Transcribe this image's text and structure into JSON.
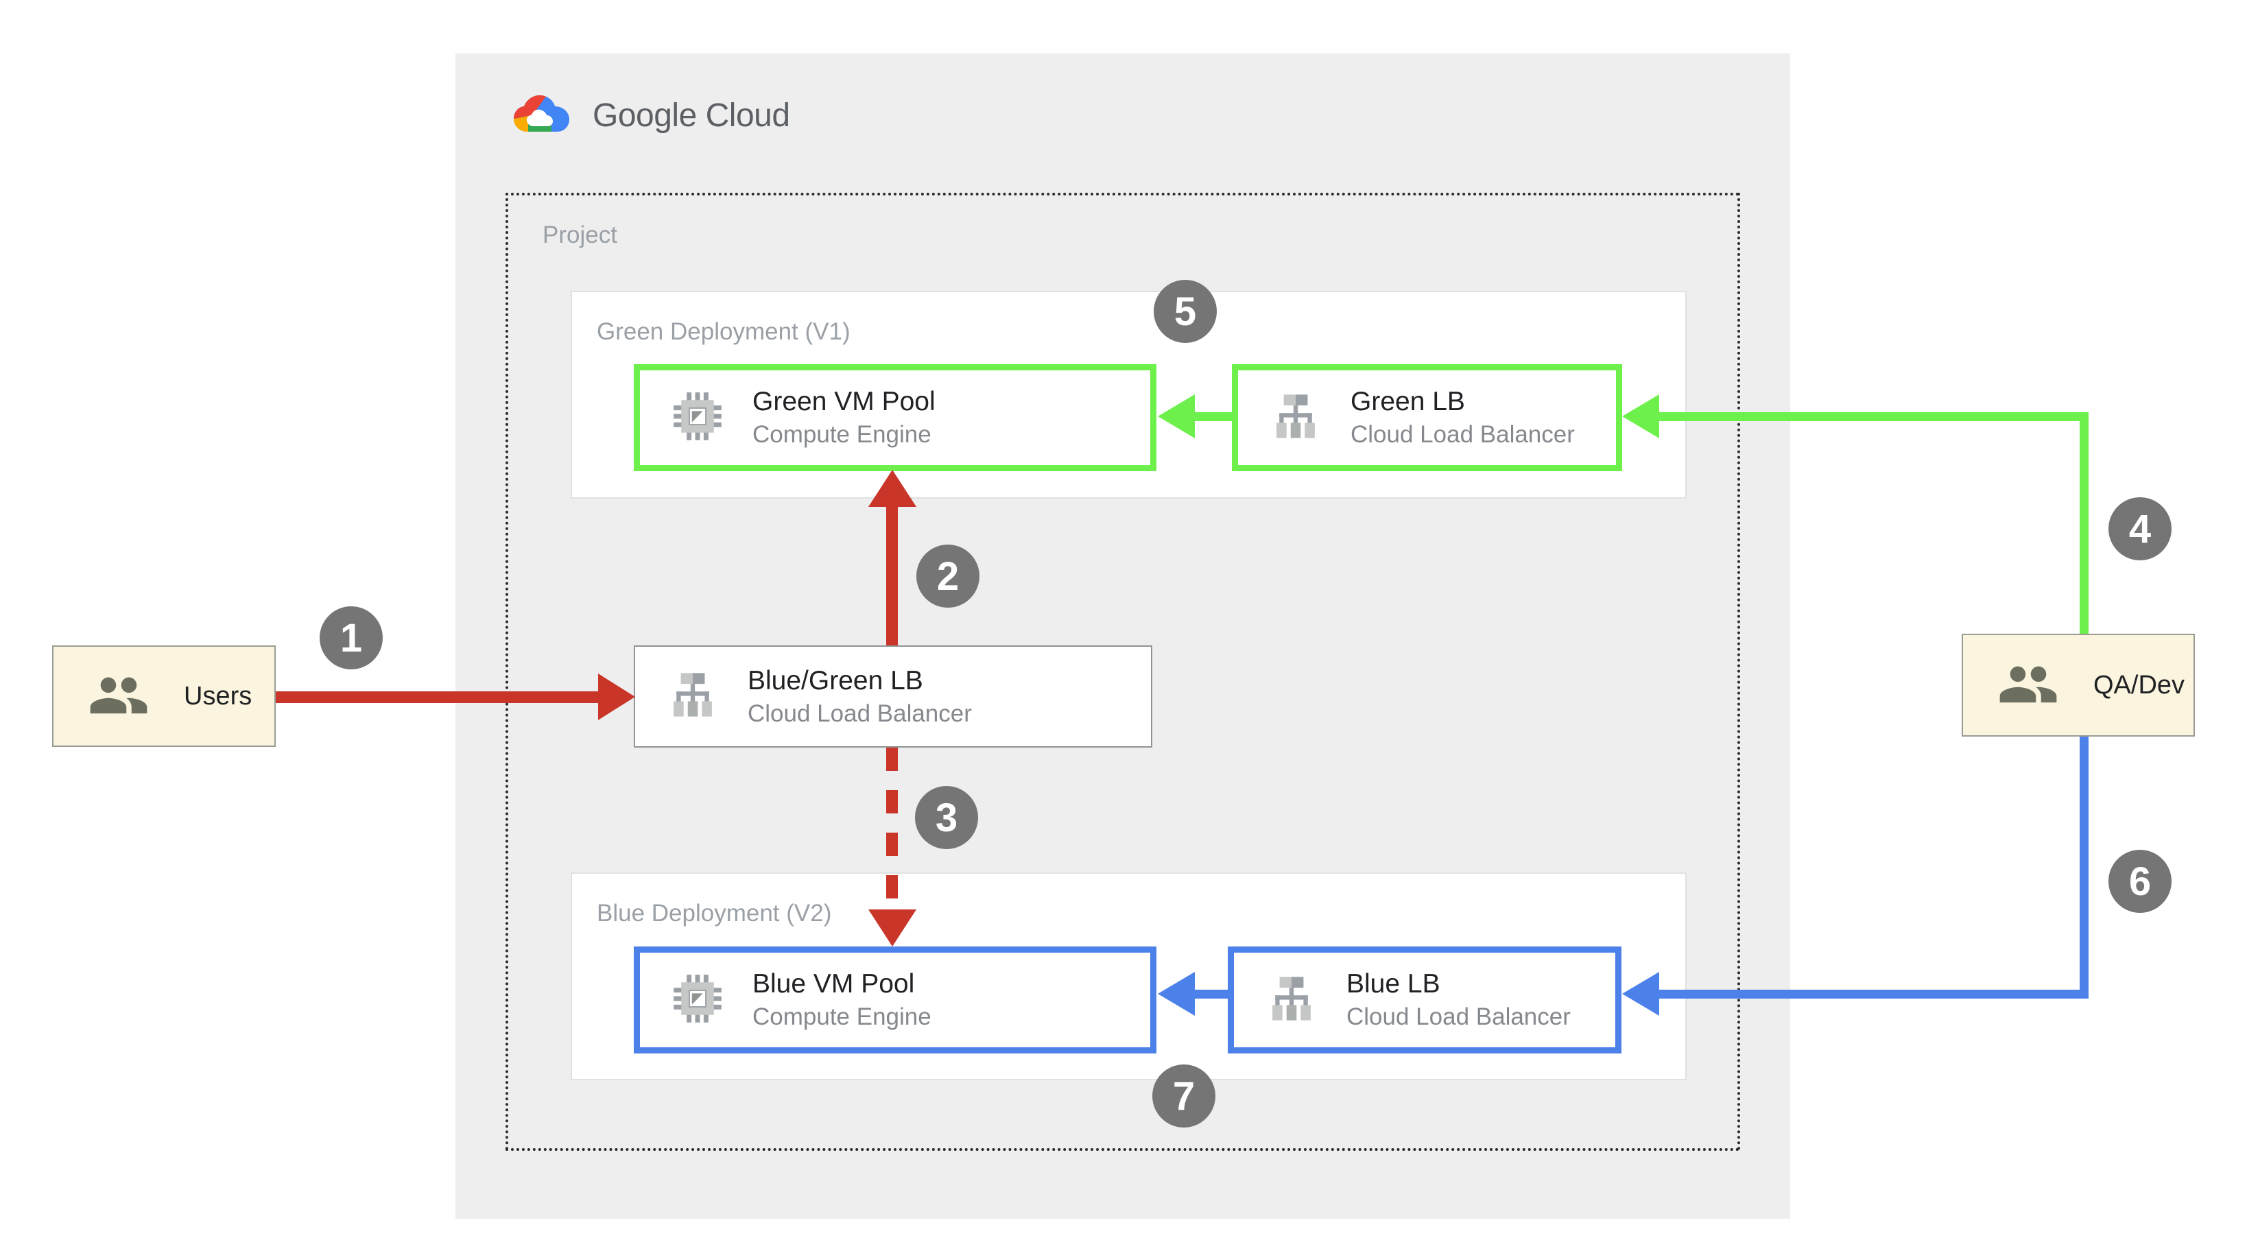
{
  "brand": {
    "logo_text": "Google Cloud"
  },
  "project": {
    "label": "Project"
  },
  "groups": {
    "green": {
      "label": "Green Deployment (V1)"
    },
    "blue": {
      "label": "Blue Deployment (V2)"
    }
  },
  "nodes": {
    "green_vm": {
      "title": "Green VM Pool",
      "subtitle": "Compute Engine"
    },
    "green_lb": {
      "title": "Green LB",
      "subtitle": "Cloud Load Balancer"
    },
    "bluegreen_lb": {
      "title": "Blue/Green LB",
      "subtitle": "Cloud Load Balancer"
    },
    "blue_vm": {
      "title": "Blue VM Pool",
      "subtitle": "Compute Engine"
    },
    "blue_lb": {
      "title": "Blue LB",
      "subtitle": "Cloud Load Balancer"
    }
  },
  "actors": {
    "users": {
      "label": "Users"
    },
    "qadev": {
      "label": "QA/Dev"
    }
  },
  "badges": [
    "1",
    "2",
    "3",
    "4",
    "5",
    "6",
    "7"
  ],
  "colors": {
    "arrow_red": "#C93629",
    "arrow_green": "#6DF04C",
    "arrow_blue": "#4B81E8",
    "badge_bg": "#757575",
    "badge_text": "#FFFFFF",
    "panel_bg": "#EEEEEE",
    "actor_bg": "#FBF5DF",
    "node_border_green": "#6DF04C",
    "node_border_blue": "#4B81E8",
    "title_text": "#202124",
    "subtitle_text": "#85898D",
    "label_text": "#9AA0A6",
    "logo_text": "#5C6064"
  }
}
